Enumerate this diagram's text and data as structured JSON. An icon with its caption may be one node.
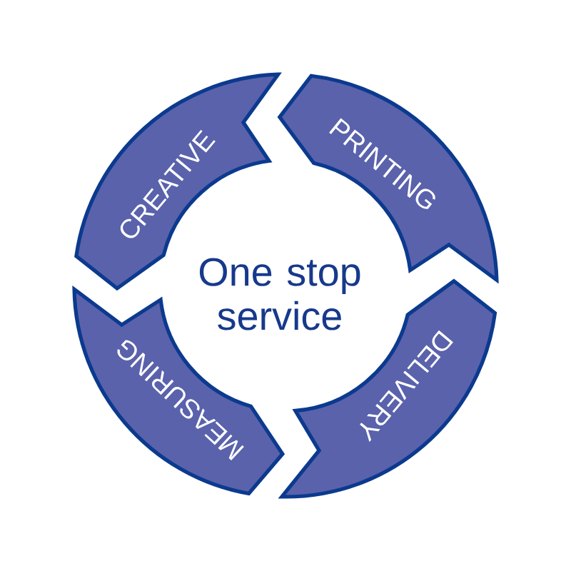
{
  "diagram": {
    "nodes": [
      {
        "text": [
          "CREATIVE"
        ]
      },
      {
        "text": [
          "PRINTING"
        ]
      },
      {
        "text": [
          "DELIVERY"
        ]
      },
      {
        "text": [
          "MEASURING"
        ]
      }
    ],
    "labels": [
      "One stop service"
    ]
  }
}
